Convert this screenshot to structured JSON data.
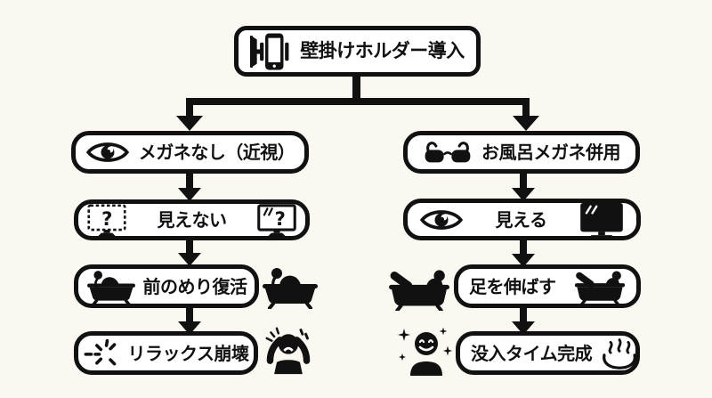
{
  "root": {
    "label": "壁掛けホルダー導入"
  },
  "left": {
    "step1": {
      "label": "メガネなし（近視）"
    },
    "step2": {
      "label": "見えない"
    },
    "step3": {
      "label": "前のめり復活"
    },
    "step4": {
      "label": "リラックス崩壊"
    }
  },
  "right": {
    "step1": {
      "label": "お風呂メガネ併用"
    },
    "step2": {
      "label": "見える"
    },
    "step3": {
      "label": "足を伸ばす"
    },
    "step4": {
      "label": "没入タイム完成"
    }
  },
  "icons": {
    "question_mark": "?"
  },
  "colors": {
    "background": "#FAF8F1",
    "ink": "#111111",
    "node_fill": "#FFFFFF"
  }
}
